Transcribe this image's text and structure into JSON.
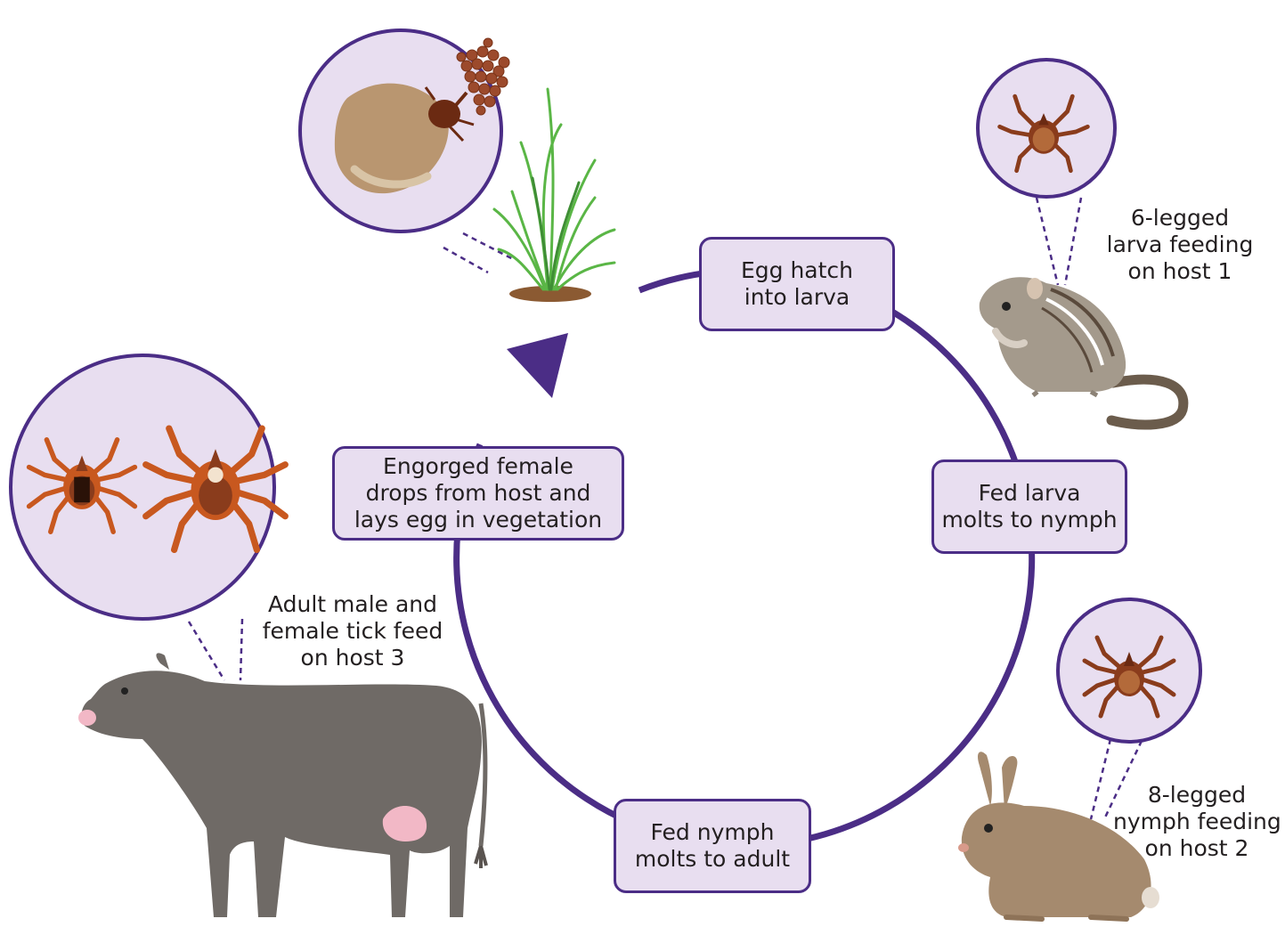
{
  "colors": {
    "cycle": "#4b2d86",
    "box_fill": "#e8def0",
    "bubble_fill": "#e8def0",
    "tick_body": "#8a3c1c",
    "tick_orange": "#c8581f",
    "cow": "#6f6a66",
    "rabbit": "#a58a6e",
    "chipmunk": "#a49a8c",
    "grass": "#5ab646",
    "engorged_tick": "#b99670"
  },
  "stages": [
    {
      "id": "egg-hatch",
      "lines": [
        "Egg hatch",
        "into larva"
      ]
    },
    {
      "id": "fed-larva",
      "lines": [
        "Fed larva",
        "molts to nymph"
      ]
    },
    {
      "id": "fed-nymph",
      "lines": [
        "Fed nymph",
        "molts to adult"
      ]
    },
    {
      "id": "engorged-female",
      "lines": [
        "Engorged female",
        "drops from host and",
        "lays egg in vegetation"
      ]
    }
  ],
  "host_captions": [
    {
      "id": "larva",
      "lines": [
        "6-legged",
        "larva feeding",
        "on host 1"
      ],
      "icon": "chipmunk-icon"
    },
    {
      "id": "nymph",
      "lines": [
        "8-legged",
        "nymph feeding",
        "on host 2"
      ],
      "icon": "rabbit-icon"
    },
    {
      "id": "adult",
      "lines": [
        "Adult male and",
        "female tick feed",
        "on host 3"
      ],
      "icon": "cow-icon"
    }
  ],
  "illustrations": [
    "engorged-tick-laying-eggs-icon",
    "grass-tuft-icon",
    "larva-tick-icon",
    "nymph-tick-icon",
    "male-tick-icon",
    "female-tick-icon",
    "chipmunk-icon",
    "rabbit-icon",
    "cow-icon"
  ]
}
